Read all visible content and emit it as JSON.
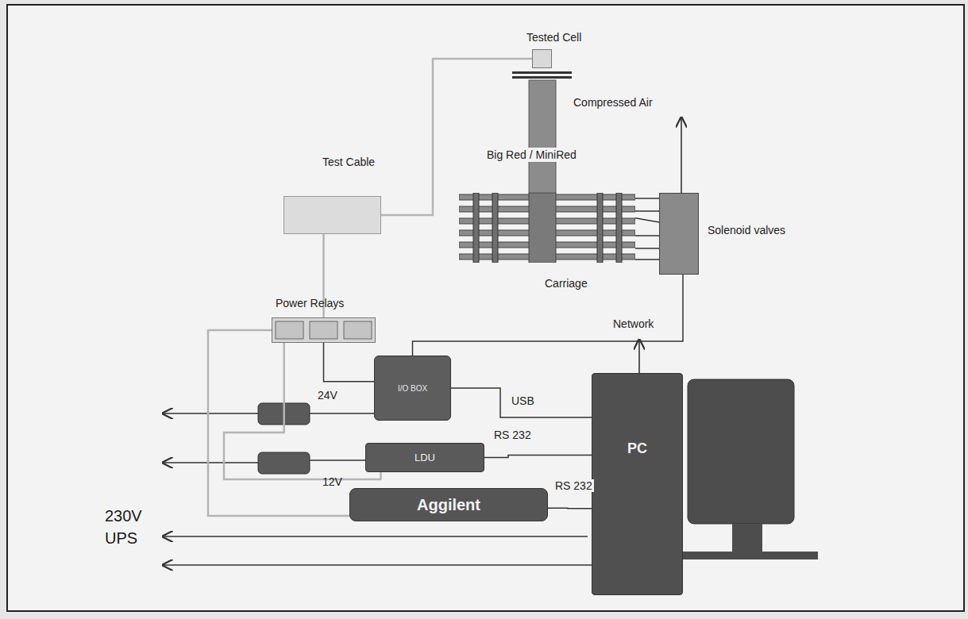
{
  "diagram": {
    "nodes": [
      {
        "text": [
          "Tested Cell"
        ]
      },
      {
        "text": [
          "Carriage"
        ]
      },
      {
        "text": [
          "Test Cable"
        ]
      },
      {
        "text": [
          "Solenoid valves"
        ]
      },
      {
        "text": [
          "Power Relays"
        ]
      },
      {
        "text": [
          "I/O BOX"
        ]
      },
      {
        "text": [
          "PC"
        ]
      },
      {
        "text": [
          "LDU"
        ]
      },
      {
        "text": [
          "Aggilent"
        ]
      }
    ],
    "edges": [
      {
        "from": 2,
        "to": 0,
        "arrow": "none"
      },
      {
        "from": 4,
        "to": 2,
        "arrow": "none"
      },
      {
        "from": 5,
        "to": 4,
        "arrow": "none"
      },
      {
        "from": 5,
        "to": 3,
        "arrow": "none"
      },
      {
        "from": 3,
        "to": 1,
        "arrow": "none"
      },
      {
        "from": 5,
        "to": 6,
        "label": "USB",
        "arrow": "none"
      },
      {
        "from": 7,
        "to": 6,
        "label": "RS 232",
        "arrow": "none"
      },
      {
        "from": 8,
        "to": 6,
        "label": "RS 232",
        "arrow": "none"
      },
      {
        "from": 4,
        "to": 7,
        "arrow": "none"
      },
      {
        "from": 4,
        "to": 8,
        "arrow": "none"
      }
    ],
    "labels": [
      "Compressed Air",
      "Big Red / MiniRed",
      "Network",
      "24V",
      "12V",
      "230V UPS"
    ]
  }
}
